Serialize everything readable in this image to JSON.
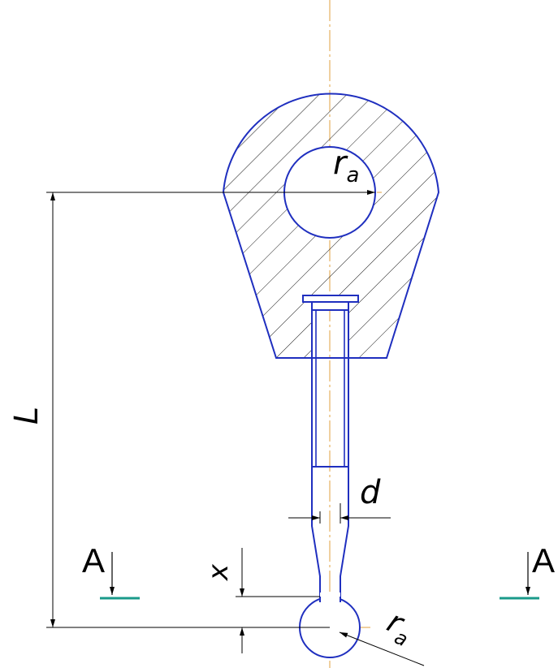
{
  "labels": {
    "length": "L",
    "diameter": "d",
    "offset": "x",
    "radius_top": "r",
    "radius_top_sub": "a",
    "radius_bottom": "r",
    "radius_bottom_sub": "a",
    "section_left": "A",
    "section_right": "A"
  },
  "colors": {
    "outline": "#1f2fbf",
    "centerline": "#e0a040",
    "section_mark": "#1a9a8a",
    "dimension": "#000000"
  }
}
